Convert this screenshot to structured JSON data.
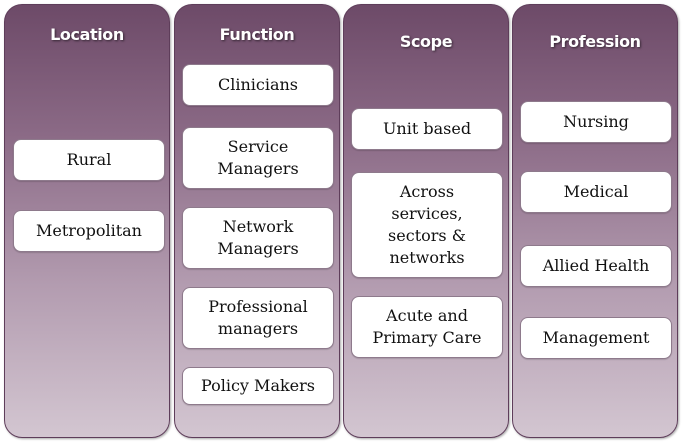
{
  "columns": [
    {
      "title": "Location",
      "items": [
        "Rural",
        "Metropolitan"
      ]
    },
    {
      "title": "Function",
      "items": [
        "Clinicians",
        "Service\nManagers",
        "Network\nManagers",
        "Professional\nmanagers",
        "Policy Makers"
      ]
    },
    {
      "title": "Scope",
      "items": [
        "Unit based",
        "Across\nservices,\nsectors &\nnetworks",
        "Acute and\nPrimary Care"
      ]
    },
    {
      "title": "Profession",
      "items": [
        "Nursing",
        "Medical",
        "Allied Health",
        "Management"
      ]
    }
  ],
  "colors": {
    "column_top": "#6d4a68",
    "column_bottom": "#d3c6d1",
    "box_fill": "#ffffff",
    "title_text": "#ffffff"
  }
}
